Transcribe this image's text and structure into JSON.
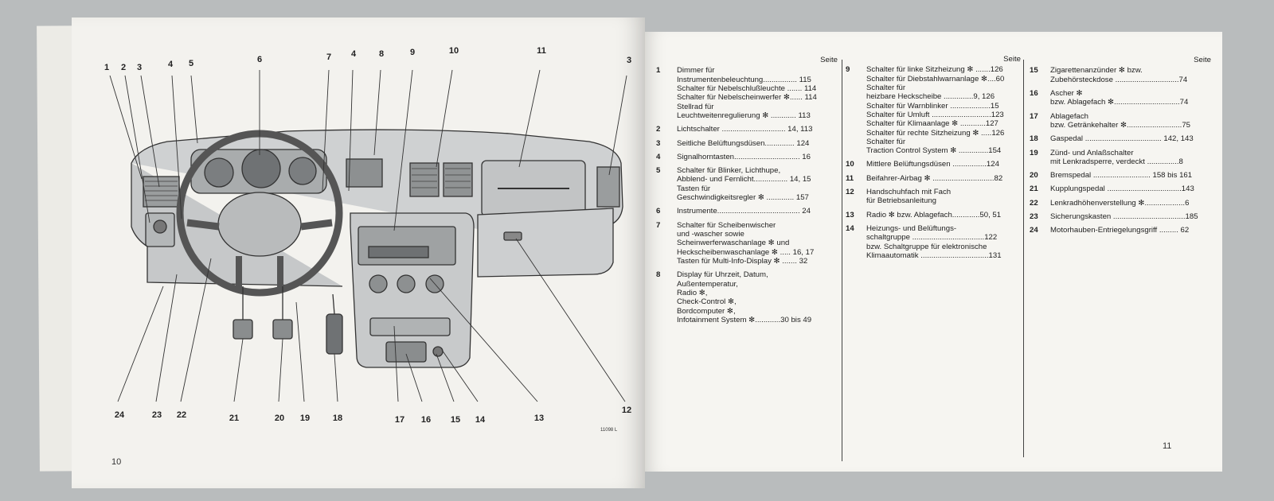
{
  "left_page": {
    "page_number": "10",
    "figure_code": "11098 L",
    "callouts": [
      {
        "id": "c1",
        "label": "1"
      },
      {
        "id": "c2",
        "label": "2"
      },
      {
        "id": "c3",
        "label": "3"
      },
      {
        "id": "c4",
        "label": "4"
      },
      {
        "id": "c5",
        "label": "5"
      },
      {
        "id": "c6",
        "label": "6"
      },
      {
        "id": "c7",
        "label": "7"
      },
      {
        "id": "c4b",
        "label": "4"
      },
      {
        "id": "c8",
        "label": "8"
      },
      {
        "id": "c9",
        "label": "9"
      },
      {
        "id": "c10",
        "label": "10"
      },
      {
        "id": "c11",
        "label": "11"
      },
      {
        "id": "c3b",
        "label": "3"
      },
      {
        "id": "c12",
        "label": "12"
      },
      {
        "id": "c13",
        "label": "13"
      },
      {
        "id": "c14",
        "label": "14"
      },
      {
        "id": "c15",
        "label": "15"
      },
      {
        "id": "c16",
        "label": "16"
      },
      {
        "id": "c17",
        "label": "17"
      },
      {
        "id": "c18",
        "label": "18"
      },
      {
        "id": "c19",
        "label": "19"
      },
      {
        "id": "c20",
        "label": "20"
      },
      {
        "id": "c21",
        "label": "21"
      },
      {
        "id": "c22",
        "label": "22"
      },
      {
        "id": "c23",
        "label": "23"
      },
      {
        "id": "c24",
        "label": "24"
      }
    ]
  },
  "right_page": {
    "page_number": "11",
    "columns": [
      {
        "header": "Seite",
        "entries": [
          {
            "num": "1",
            "lines": [
              "Dimmer für",
              "Instrumentenbeleuchtung................ 115",
              "Schalter für Nebelschlußleuchte ....... 114",
              "Schalter für Nebelscheinwerfer ✻...... 114",
              "Stellrad für",
              "Leuchtweitenregulierung ✻ ............ 113"
            ]
          },
          {
            "num": "2",
            "lines": [
              "Lichtschalter .............................. 14, 113"
            ]
          },
          {
            "num": "3",
            "lines": [
              "Seitliche Belüftungsdüsen.............. 124"
            ]
          },
          {
            "num": "4",
            "lines": [
              "Signalhorntasten............................... 16"
            ]
          },
          {
            "num": "5",
            "lines": [
              "Schalter für Blinker, Lichthupe,",
              "Abblend- und Fernlicht................ 14, 15",
              "Tasten für",
              "Geschwindigkeitsregler ✻ ............. 157"
            ]
          },
          {
            "num": "6",
            "lines": [
              "Instrumente....................................... 24"
            ]
          },
          {
            "num": "7",
            "lines": [
              "Schalter für Scheibenwischer",
              "und -wascher sowie",
              "Scheinwerferwaschanlage ✻ und",
              "Heckscheibenwaschanlage ✻ ..... 16, 17",
              "Tasten für Multi-Info-Display ✻ ....... 32"
            ]
          },
          {
            "num": "8",
            "lines": [
              "Display für Uhrzeit, Datum,",
              "Außentemperatur,",
              "Radio ✻,",
              "Check-Control ✻,",
              "Bordcomputer ✻,",
              "Infotainment System ✻............30 bis 49"
            ]
          }
        ]
      },
      {
        "header": "Seite",
        "entries": [
          {
            "num": "9",
            "lines": [
              "Schalter für linke Sitzheizung ✻ .......126",
              "Schalter für Diebstahlwarnanlage ✻....60",
              "Schalter für",
              "heizbare Heckscheibe ..............9, 126",
              "Schalter für Warnblinker ...................15",
              "Schalter für Umluft ............................123",
              "Schalter für Klimaanlage ✻ ............127",
              "Schalter für rechte Sitzheizung ✻ .....126",
              "Schalter für",
              "Traction Control System ✻ ..............154"
            ]
          },
          {
            "num": "10",
            "lines": [
              "Mittlere Belüftungsdüsen ................124"
            ]
          },
          {
            "num": "11",
            "lines": [
              "Beifahrer-Airbag ✻ .............................82"
            ]
          },
          {
            "num": "12",
            "lines": [
              "Handschuhfach mit Fach",
              "für Betriebsanleitung"
            ]
          },
          {
            "num": "13",
            "lines": [
              "Radio ✻ bzw. Ablagefach.............50, 51"
            ]
          },
          {
            "num": "14",
            "lines": [
              "Heizungs- und Belüftungs-",
              "schaltgruppe ..................................122",
              "bzw. Schaltgruppe für elektronische",
              "Klimaautomatik ................................131"
            ]
          }
        ]
      },
      {
        "header": "Seite",
        "entries": [
          {
            "num": "15",
            "lines": [
              "Zigarettenanzünder ✻ bzw.",
              "Zubehörsteckdose ..............................74"
            ]
          },
          {
            "num": "16",
            "lines": [
              "Ascher ✻",
              "bzw. Ablagefach ✻...............................74"
            ]
          },
          {
            "num": "17",
            "lines": [
              "Ablagefach",
              "bzw. Getränkehalter ✻..........................75"
            ]
          },
          {
            "num": "18",
            "lines": [
              "Gaspedal .................................... 142, 143"
            ]
          },
          {
            "num": "19",
            "lines": [
              "Zünd- und Anlaßschalter",
              "mit Lenkradsperre, verdeckt ...............8"
            ]
          },
          {
            "num": "20",
            "lines": [
              "Bremspedal ........................... 158 bis 161"
            ]
          },
          {
            "num": "21",
            "lines": [
              "Kupplungspedal ...................................143"
            ]
          },
          {
            "num": "22",
            "lines": [
              "Lenkradhöhenverstellung ✻...................6"
            ]
          },
          {
            "num": "23",
            "lines": [
              "Sicherungskasten ..................................185"
            ]
          },
          {
            "num": "24",
            "lines": [
              "Motorhauben-Entriegelungsgriff ......... 62"
            ]
          }
        ]
      }
    ]
  }
}
